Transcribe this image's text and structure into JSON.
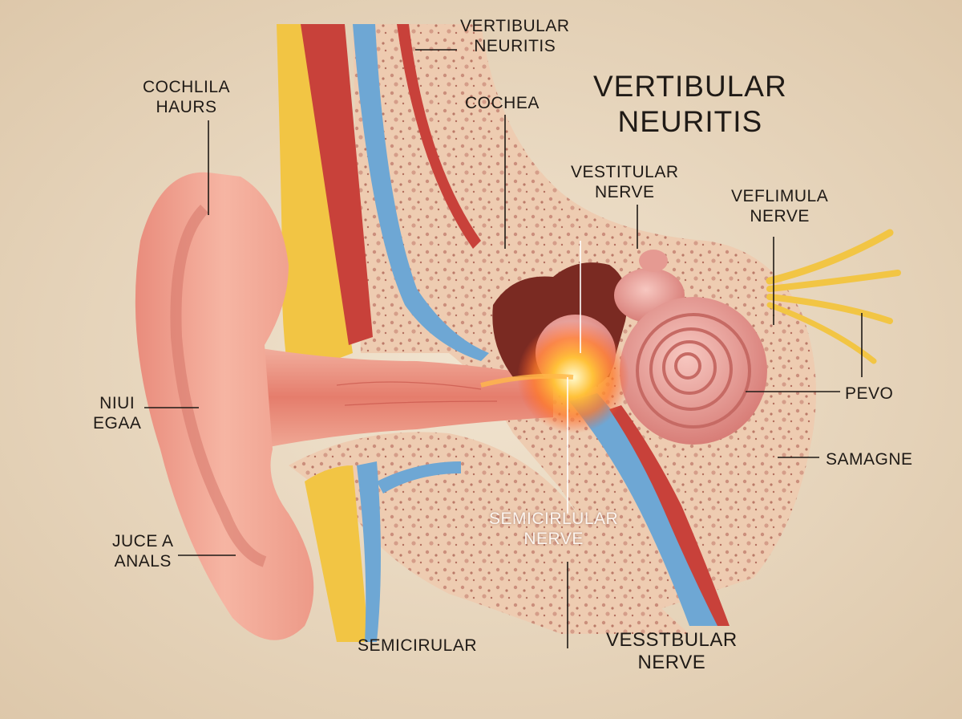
{
  "title": {
    "line1": "VERTIBULAR",
    "line2": "NEURITIS"
  },
  "labels": {
    "top_center": {
      "line1": "VERTIBULAR",
      "line2": "NEURITIS"
    },
    "cochlila": {
      "line1": "COCHLILA",
      "line2": "HAURS"
    },
    "cochea": {
      "line1": "COCHEA"
    },
    "vestitular": {
      "line1": "VESTITULAR",
      "line2": "NERVE"
    },
    "veflimula": {
      "line1": "VEFLIMULA",
      "line2": "NERVE"
    },
    "pevo": {
      "line1": "PEVO"
    },
    "samagne": {
      "line1": "SAMAGNE"
    },
    "niui": {
      "line1": "NIUI",
      "line2": "EGAA"
    },
    "juce": {
      "line1": "JUCE A",
      "line2": "ANALS"
    },
    "semicirular_nerve": {
      "line1": "SEMICIRLULAR",
      "line2": "NERVE"
    },
    "semicirular": {
      "line1": "SEMICIRULAR"
    },
    "vesstbular": {
      "line1": "VESSTBULAR",
      "line2": "NERVE"
    }
  },
  "colors": {
    "background": "#e8d9c2",
    "skin": "#f0a896",
    "bone": "#ecc9ad",
    "nerve_yellow": "#f2c544",
    "vessel_red": "#c8413a",
    "vessel_blue": "#6ea7d4",
    "cochlea_pink": "#e69a94",
    "inflammation": "#ffb020"
  }
}
